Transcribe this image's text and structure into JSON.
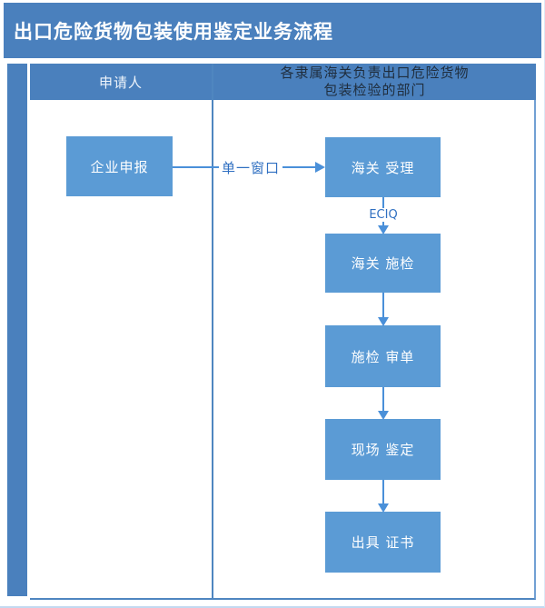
{
  "title": "出口危险货物包装使用鉴定业务流程",
  "lanes": {
    "left_header": "申请人",
    "right_header_line1": "各隶属海关负责出口危险货物",
    "right_header_line2": "包装检验的部门"
  },
  "flow": {
    "applicant_step": "企业申报",
    "customs_steps": [
      "海关 受理",
      "海关 施检",
      "施检 审单",
      "现场 鉴定",
      "出具 证书"
    ],
    "horizontal_arrow_label": "单一窗口",
    "vertical_arrow_label": "ECIQ"
  },
  "colors": {
    "banner_blue": "#4a80bd",
    "box_blue": "#5b9bd5",
    "line_blue": "#4a90d9",
    "label_text_blue": "#2f6fc1",
    "right_header_text": "#1f2d3d",
    "box_text": "#ffffff"
  }
}
